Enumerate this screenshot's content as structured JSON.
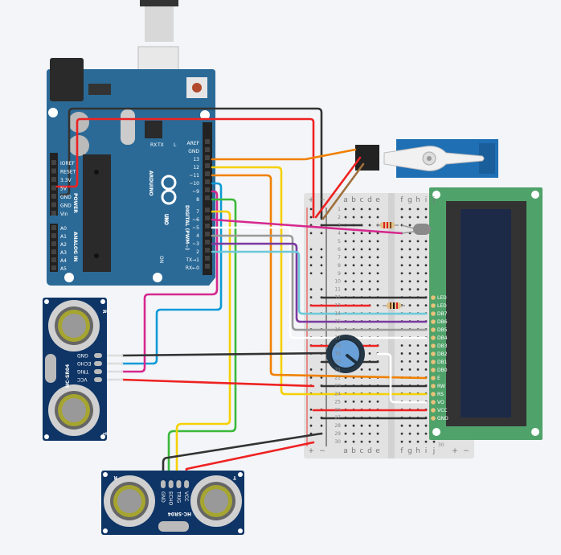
{
  "arduino": {
    "brand": "ARDUINO",
    "model": "UNO",
    "digital_label": "DIGITAL (PWM~)",
    "power_label": "POWER",
    "analog_label": "ANALOG IN",
    "led_labels": [
      "RX",
      "TX",
      "L"
    ],
    "on_label": "ON",
    "digital_pins": [
      "AREF",
      "GND",
      "13",
      "12",
      "~11",
      "~10",
      "~9",
      "8",
      "7",
      "~6",
      "~5",
      "4",
      "~3",
      "2",
      "TX→1",
      "RX←0"
    ],
    "power_pins": [
      "IOREF",
      "RESET",
      "3.3V",
      "5V",
      "GND",
      "GND",
      "Vin"
    ],
    "analog_pins": [
      "A0",
      "A1",
      "A2",
      "A3",
      "A4",
      "A5"
    ]
  },
  "breadboard": {
    "columns_left": [
      "a",
      "b",
      "c",
      "d",
      "e"
    ],
    "columns_right": [
      "f",
      "g",
      "h",
      "i",
      "j"
    ],
    "rail_plus": "+",
    "rail_minus": "−",
    "rows": [
      "1",
      "2",
      "3",
      "4",
      "5",
      "6",
      "7",
      "8",
      "9",
      "10",
      "11",
      "12",
      "13",
      "14",
      "15",
      "16",
      "17",
      "18",
      "19",
      "20",
      "21",
      "22",
      "23",
      "24",
      "25",
      "26",
      "27",
      "28",
      "29",
      "30"
    ]
  },
  "lcd": {
    "pins": [
      "LED",
      "LED",
      "DB7",
      "DB6",
      "DB5",
      "DB4",
      "DB3",
      "DB2",
      "DB1",
      "DB0",
      "E",
      "RW",
      "RS",
      "VO",
      "VCC",
      "GND"
    ]
  },
  "sensor1": {
    "model": "HC-SR04",
    "pins": [
      "GND",
      "ECHO",
      "TRIG",
      "VCC"
    ],
    "r": "R",
    "t": "T"
  },
  "sensor2": {
    "model": "HC-SR04",
    "pins": [
      "GND",
      "ECHO",
      "TRIG",
      "VCC"
    ],
    "r": "R",
    "t": "T"
  },
  "colors": {
    "board_blue": "#2b6a97",
    "lcd_green": "#4fa36a",
    "lcd_screen": "#1c2a48",
    "sensor_blue": "#0f3566",
    "servo_blue": "#1f6fb5"
  }
}
